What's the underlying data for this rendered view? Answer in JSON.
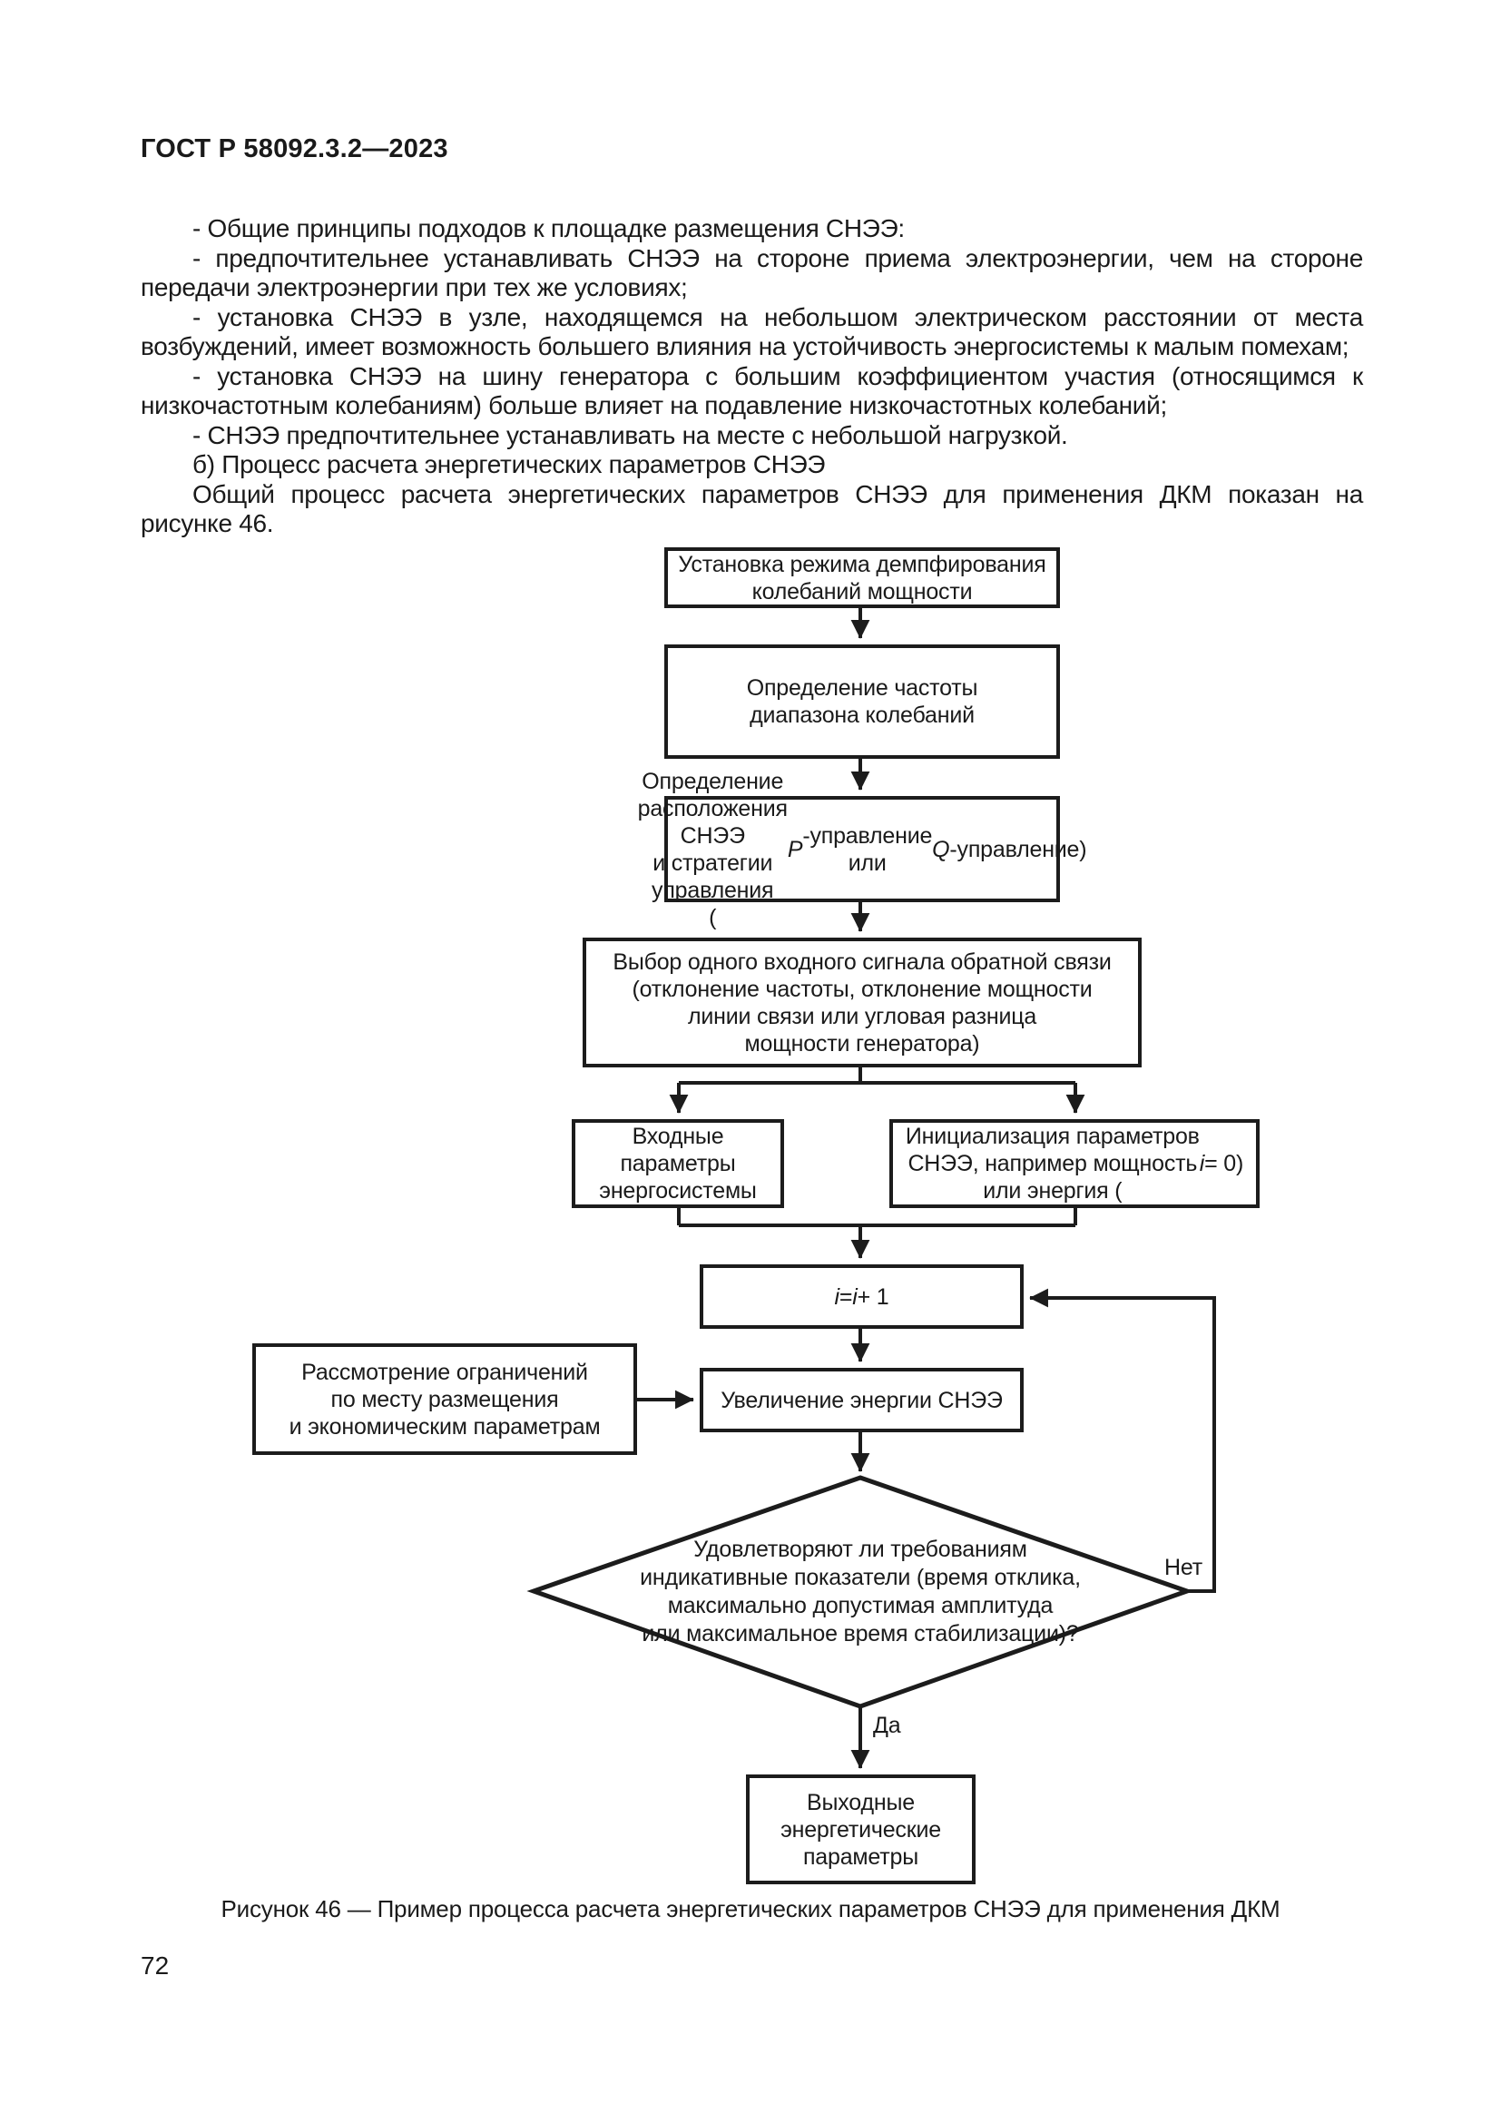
{
  "page": {
    "header": "ГОСТ Р 58092.3.2—2023",
    "page_number": "72"
  },
  "body": {
    "paragraphs": [
      "- Общие принципы подходов к площадке размещения СНЭЭ:",
      "- предпочтительнее устанавливать СНЭЭ на стороне приема электроэнергии, чем на стороне передачи электроэнергии при тех же условиях;",
      "- установка СНЭЭ в узле, находящемся на небольшом электрическом расстоянии от места возбуждений, имеет возможность большего влияния на устойчивость энергосистемы к малым помехам;",
      "- установка СНЭЭ на шину генератора с большим коэффициентом участия (относящимся к низкочастотным колебаниям) больше влияет на подавление низкочастотных колебаний;",
      "- СНЭЭ предпочтительнее устанавливать на месте с небольшой нагрузкой.",
      "б) Процесс расчета энергетических параметров СНЭЭ",
      "Общий процесс расчета энергетических параметров СНЭЭ для применения ДКМ показан на рисунке 46."
    ]
  },
  "flowchart": {
    "boxes": {
      "damping": "Установка режима демпфирования\nколебаний мощности",
      "frequency": "Определение частоты\nдиапазона колебаний",
      "location": "Определение расположения СНЭЭ\nи стратегии управления\n(P-управление или Q-управление)",
      "signal": "Выбор одного входного сигнала обратной связи\n(отклонение частоты, отклонение мощности\nлинии связи или угловая разница\nмощности генератора)",
      "input": "Входные\nпараметры\nэнергосистемы",
      "init": "Инициализация параметров\nСНЭЭ, например мощность\nили энергия (i = 0)",
      "iterate": "i = i + 1",
      "constraints": "Рассмотрение ограничений\nпо месту размещения\nи экономическим параметрам",
      "increase": "Увеличение энергии СНЭЭ",
      "decision": "Удовлетворяют ли требованиям\nиндикативные показатели (время отклика,\nмаксимально допустимая амплитуда\nили максимальное время стабилизации)?",
      "output": "Выходные\nэнергетические\nпараметры"
    },
    "labels": {
      "no": "Нет",
      "yes": "Да"
    },
    "caption": "Рисунок 46 — Пример процесса расчета энергетических параметров СНЭЭ для применения ДКМ",
    "line_color": "#1c1c1c"
  }
}
